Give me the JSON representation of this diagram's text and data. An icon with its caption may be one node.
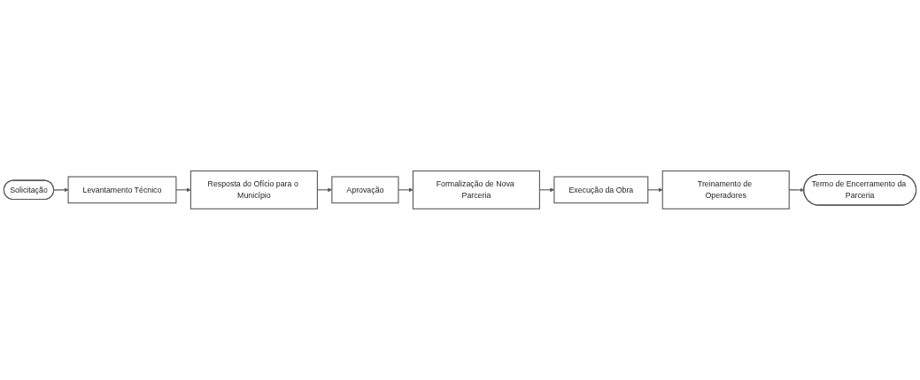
{
  "diagram": {
    "nodes": [
      {
        "text": [
          "Solicitação"
        ]
      },
      {
        "text": [
          "Levantamento Técnico"
        ]
      },
      {
        "text": [
          "Resposta do Ofício para o Município"
        ]
      },
      {
        "text": [
          "Aprovação"
        ]
      },
      {
        "text": [
          "Formalização de Nova Parceria"
        ]
      },
      {
        "text": [
          "Execução da Obra"
        ]
      },
      {
        "text": [
          "Treinamento de Operadores"
        ]
      },
      {
        "text": [
          "Termo de Encerramento da Parceria"
        ]
      }
    ],
    "edges": [
      {
        "from": 0,
        "to": 1,
        "arrow": "to"
      },
      {
        "from": 1,
        "to": 2,
        "arrow": "to"
      },
      {
        "from": 2,
        "to": 3,
        "arrow": "to"
      },
      {
        "from": 3,
        "to": 4,
        "arrow": "to"
      },
      {
        "from": 4,
        "to": 5,
        "arrow": "to"
      },
      {
        "from": 5,
        "to": 6,
        "arrow": "to"
      },
      {
        "from": 6,
        "to": 7,
        "arrow": "to"
      }
    ]
  }
}
